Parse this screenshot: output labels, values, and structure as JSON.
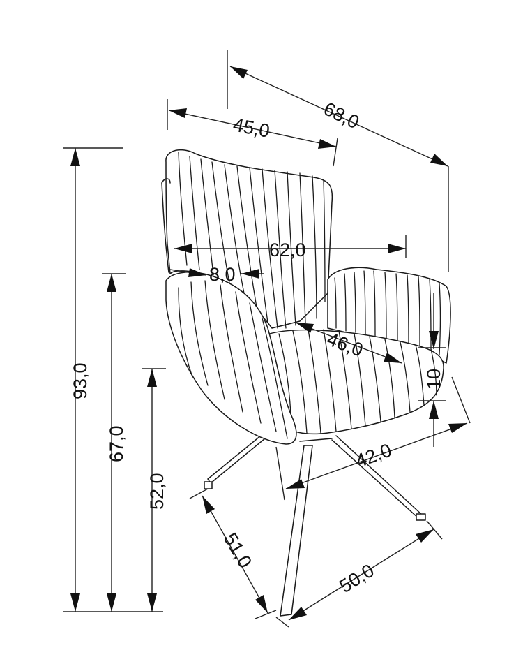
{
  "diagram": {
    "subject": "armchair",
    "dimensions": {
      "depth_total": "68,0",
      "backrest_width": "45,0",
      "width_arms": "62,0",
      "armrest_width": "8,0",
      "seat_depth": "46,0",
      "seat_cushion": "10",
      "height_total": "93,0",
      "armrest_height": "67,0",
      "seat_height": "52,0",
      "seat_width": "42,0",
      "base_depth": "51,0",
      "base_width": "50,0"
    }
  }
}
